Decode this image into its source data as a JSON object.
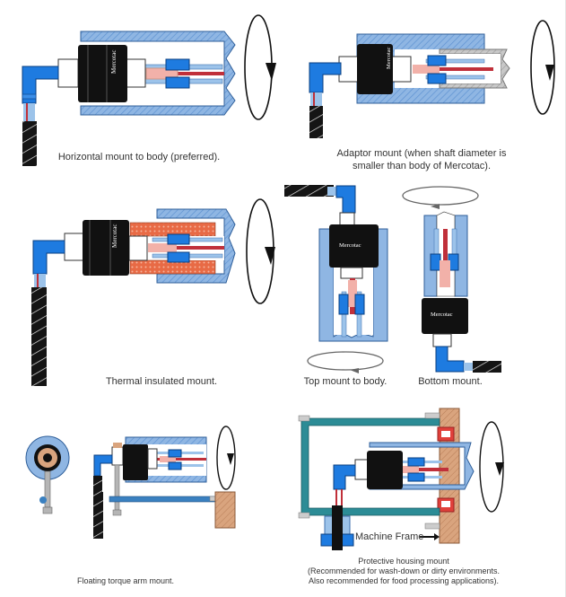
{
  "title": "Mercotac mounting configurations",
  "brand_label": "Mercotac",
  "colors": {
    "housing_blue": "#8fb6e3",
    "hatch_blue": "#5a8fd0",
    "connector_blue": "#1e7be0",
    "connector_black": "#111111",
    "wire_red": "#c0303a",
    "wire_blue": "#9cc3ea",
    "insulation_orange": "#e86a45",
    "frame_teal": "#2c8c96",
    "wood_tan": "#d9a47e",
    "bearing_red": "#e0403a"
  },
  "diagrams": [
    {
      "id": "horizontal",
      "caption": "Horizontal mount to body (preferred)."
    },
    {
      "id": "adaptor",
      "caption_line1": "Adaptor mount (when shaft diameter is",
      "caption_line2": "smaller than body of Mercotac)."
    },
    {
      "id": "thermal",
      "caption": "Thermal insulated mount."
    },
    {
      "id": "top",
      "caption": "Top mount to body."
    },
    {
      "id": "bottom",
      "caption": "Bottom mount."
    },
    {
      "id": "floating",
      "caption": "Floating torque arm mount."
    },
    {
      "id": "protective",
      "caption_line1": "Protective housing mount",
      "caption_line2": "(Recommended for wash-down or dirty environments.",
      "caption_line3": "Also recommended for food processing applications).",
      "callout": "Machine Frame"
    }
  ]
}
